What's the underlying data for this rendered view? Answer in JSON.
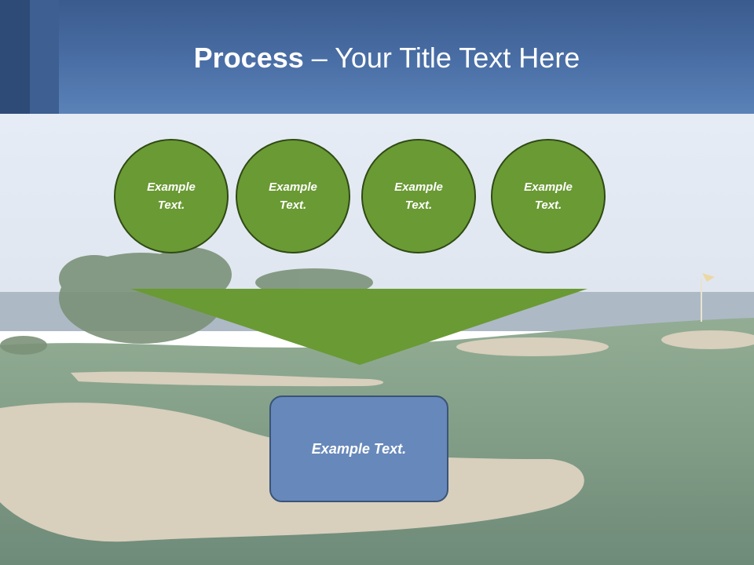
{
  "slide": {
    "title_bold": "Process",
    "title_rest": " – Your Title Text Here"
  },
  "process": {
    "steps": [
      {
        "label": "Example Text."
      },
      {
        "label": "Example Text."
      },
      {
        "label": "Example Text."
      },
      {
        "label": "Example Text."
      }
    ],
    "result_label": "Example Text."
  },
  "colors": {
    "header": "#4a6fa6",
    "circle_fill": "#6a9a34",
    "circle_border": "#2f4a14",
    "arrow_fill": "#6a9a34",
    "result_fill": "#6788ba",
    "result_border": "#3a5477"
  }
}
